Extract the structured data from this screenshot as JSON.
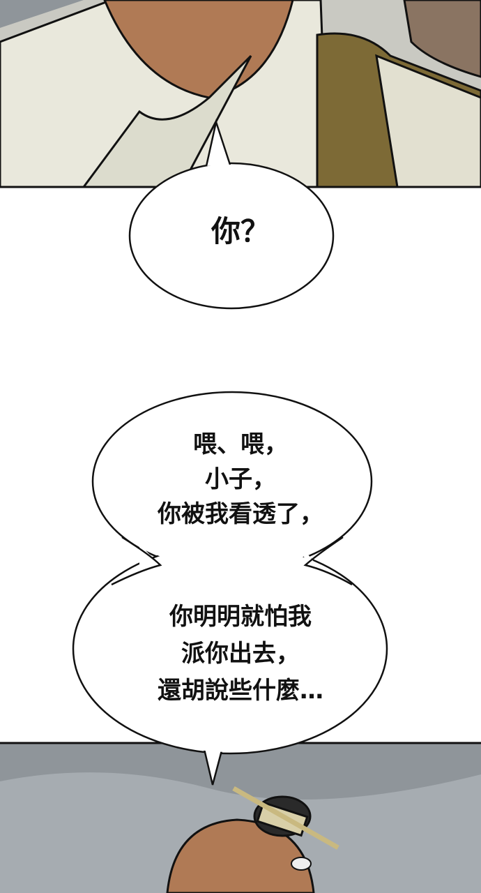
{
  "bubbles": [
    {
      "lines": [
        "你？"
      ]
    },
    {
      "lines": [
        "喂、喂，",
        "小子，",
        "你被我看透了，"
      ]
    },
    {
      "lines": [
        "你明明就怕我",
        "派你出去，",
        "還胡說些什麼…"
      ]
    }
  ],
  "colors": {
    "sky": "#8f959a",
    "robe": "#e9e8dc",
    "vest": "#7d6a36",
    "skin": "#b07a55",
    "outline": "#111111"
  }
}
